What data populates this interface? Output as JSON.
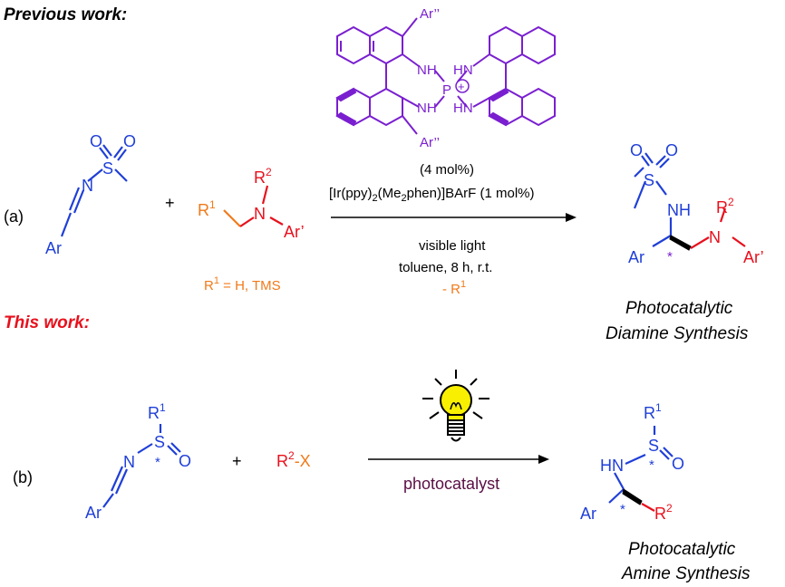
{
  "colors": {
    "blue": "#1f3fd8",
    "orange": "#f07a1a",
    "red": "#e8101c",
    "purple": "#7a1fd0",
    "brown": "#5a0f45",
    "black": "#000000",
    "bulb_fill": "#f8f000"
  },
  "headers": {
    "previous": "Previous work:",
    "this_work": "This work:"
  },
  "labels": {
    "a": "(a)",
    "b": "(b)",
    "plus": "+"
  },
  "reaction_a": {
    "imine": {
      "N": "N",
      "S": "S",
      "O1": "O",
      "O2": "O",
      "Ar": "Ar"
    },
    "amine": {
      "R": "R",
      "R_sup": "1",
      "N": "N",
      "Ar": "Ar’",
      "R2": "R",
      "R2_sup": "2"
    },
    "r1_note_pre": "R",
    "r1_note_sup": "1",
    "r1_note_post": " = H, TMS",
    "catalyst": {
      "Ar_top": "Ar’’",
      "Ar_bottom": "Ar’’",
      "NH1": "NH",
      "NH2": "NH",
      "HN1": "HN",
      "HN2": "HN",
      "P": "P",
      "plus": "+"
    },
    "loading": "(4 mol%)",
    "ir_cat": {
      "p1": "[Ir(ppy)",
      "s1": "2",
      "p2": "(Me",
      "s2": "2",
      "p3": "phen)]BArF (1 mol%)"
    },
    "cond1": "visible light",
    "cond2": "toluene, 8 h, r.t.",
    "cond3_pre": "- R",
    "cond3_sup": "1",
    "product": {
      "S": "S",
      "O1": "O",
      "O2": "O",
      "NH": "NH",
      "Ar": "Ar",
      "star": "*",
      "N": "N",
      "R2": "R",
      "R2_sup": "2",
      "Ar2": "Ar’"
    },
    "caption1": "Photocatalytic",
    "caption2": "Diamine Synthesis"
  },
  "reaction_b": {
    "imine": {
      "R": "R",
      "R_sup": "1",
      "S": "S",
      "O": "O",
      "N": "N",
      "star": "*",
      "Ar": "Ar"
    },
    "reagent": {
      "R": "R",
      "sup": "2",
      "X": "-X"
    },
    "condition": "photocatalyst",
    "product": {
      "R": "R",
      "R_sup": "1",
      "S": "S",
      "O": "O",
      "HN": "HN",
      "star1": "*",
      "Ar": "Ar",
      "star2": "*",
      "R2": "R",
      "R2_sup": "2"
    },
    "caption1": "Photocatalytic",
    "caption2": "Amine Synthesis"
  }
}
